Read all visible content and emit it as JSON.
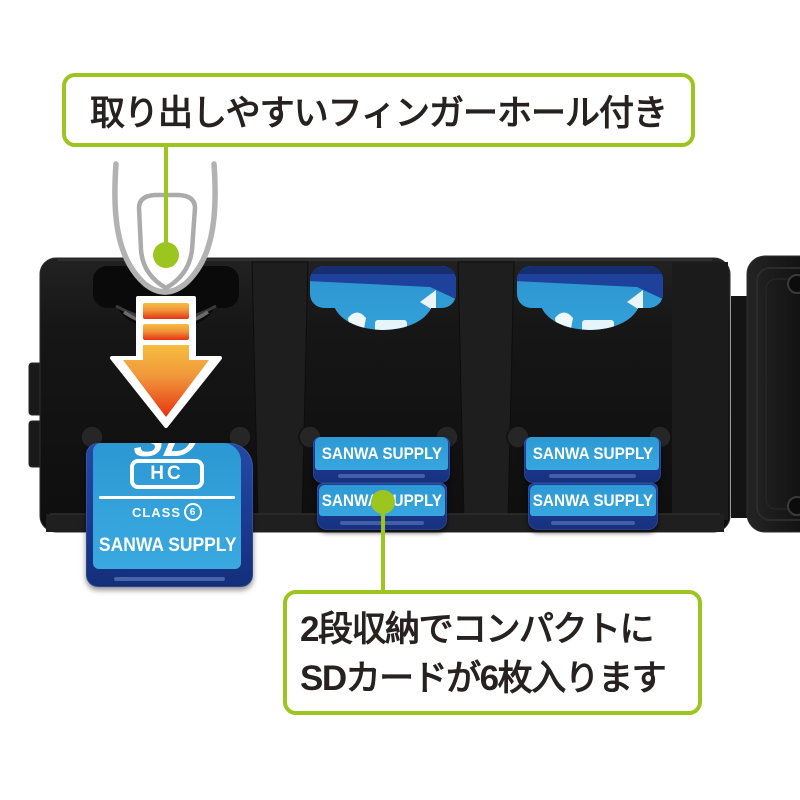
{
  "callouts": {
    "top": {
      "text": "取り出しやすいフィンガーホール付き"
    },
    "bottom": {
      "line1": "2段収納でコンパクトに",
      "line2": "SDカードが6枚入ります"
    }
  },
  "sd_card": {
    "logo_sd": "SD",
    "logo_hc": "HC",
    "class_label": "CLASS",
    "class_number": "6",
    "brand": "SANWA SUPPLY"
  },
  "slots": {
    "middle": {
      "upper_label": "SANWA SUPPLY",
      "lower_label": "SANWA SUPPLY"
    },
    "right": {
      "upper_label": "SANWA SUPPLY",
      "lower_label": "SANWA SUPPLY"
    }
  },
  "colors": {
    "accent_green": "#9cc520",
    "arrow_top_orange": "#f7bd40",
    "arrow_bottom_red": "#e63311",
    "card_label_blue": "#2f9ed8",
    "card_body_navy": "#1c3f93",
    "case_black": "#141414"
  }
}
